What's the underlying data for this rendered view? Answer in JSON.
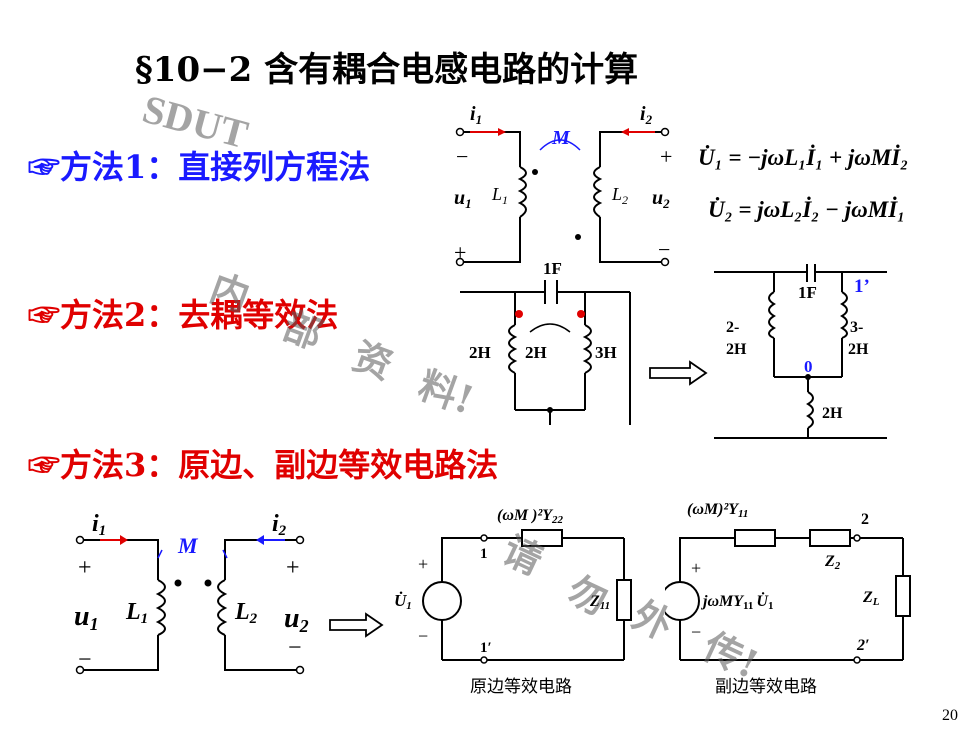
{
  "title": "§10−2 含有耦合电感电路的计算",
  "methods": [
    {
      "bullet": "☞",
      "label": "方法1：直接列方程法",
      "color": "#1a1aff"
    },
    {
      "bullet": "☞",
      "label": "方法2：去耦等效法",
      "color": "#e00000"
    },
    {
      "bullet": "☞",
      "label": "方法3：原边、副边等效电路法",
      "color": "#e00000"
    }
  ],
  "watermarks": [
    "SDUT",
    "内",
    "部",
    "资",
    "料!",
    "请",
    "勿",
    "外",
    "传!"
  ],
  "circuit1": {
    "i1": "i",
    "i1_sub": "1",
    "i2": "i",
    "i2_sub": "2",
    "M": "M",
    "u1": "u",
    "u1_sub": "1",
    "u2": "u",
    "u2_sub": "2",
    "L1": "L",
    "L1_sub": "1",
    "L2": "L",
    "L2_sub": "2",
    "minus": "−",
    "plus": "+"
  },
  "equations": [
    "U̇₁ = −jωL₁İ₁ + jωMİ₂",
    "U̇₂ = jωL₂İ₂ − jωMİ₁"
  ],
  "circuit2": {
    "cap": "1F",
    "l_left": "2H",
    "l_mid": "2H",
    "l_right": "3H"
  },
  "circuit3": {
    "cap": "1F",
    "node1p": "1’",
    "l_left_a": "2-",
    "l_left_b": "2H",
    "l_right_a": "3-",
    "l_right_b": "2H",
    "node0": "0",
    "l_bottom": "2H"
  },
  "circuit4": {
    "i1": "i",
    "i1_sub": "1",
    "i2": "i",
    "i2_sub": "2",
    "M": "M",
    "u1": "u",
    "u1_sub": "1",
    "u2": "u",
    "u2_sub": "2",
    "L1": "L",
    "L1_sub": "1",
    "L2": "L",
    "L2_sub": "2"
  },
  "primary": {
    "Zlabel": "(ωM )²Y",
    "Zsub": "22",
    "src": "U̇",
    "src_sub": "1",
    "node1": "1",
    "node1p": "1′",
    "Z11": "Z",
    "Z11_sub": "11",
    "caption": "原边等效电路"
  },
  "secondary": {
    "Zlabel": "(ωM)²Y",
    "Zsub": "11",
    "src": "jωMY",
    "src_sub": "11",
    "src_tail": "U̇",
    "src_tail_sub": "1",
    "Z2": "Z",
    "Z2_sub": "2",
    "ZL": "Z",
    "ZL_sub": "L",
    "node2": "2",
    "node2p": "2′",
    "caption": "副边等效电路"
  },
  "page_number": "20"
}
